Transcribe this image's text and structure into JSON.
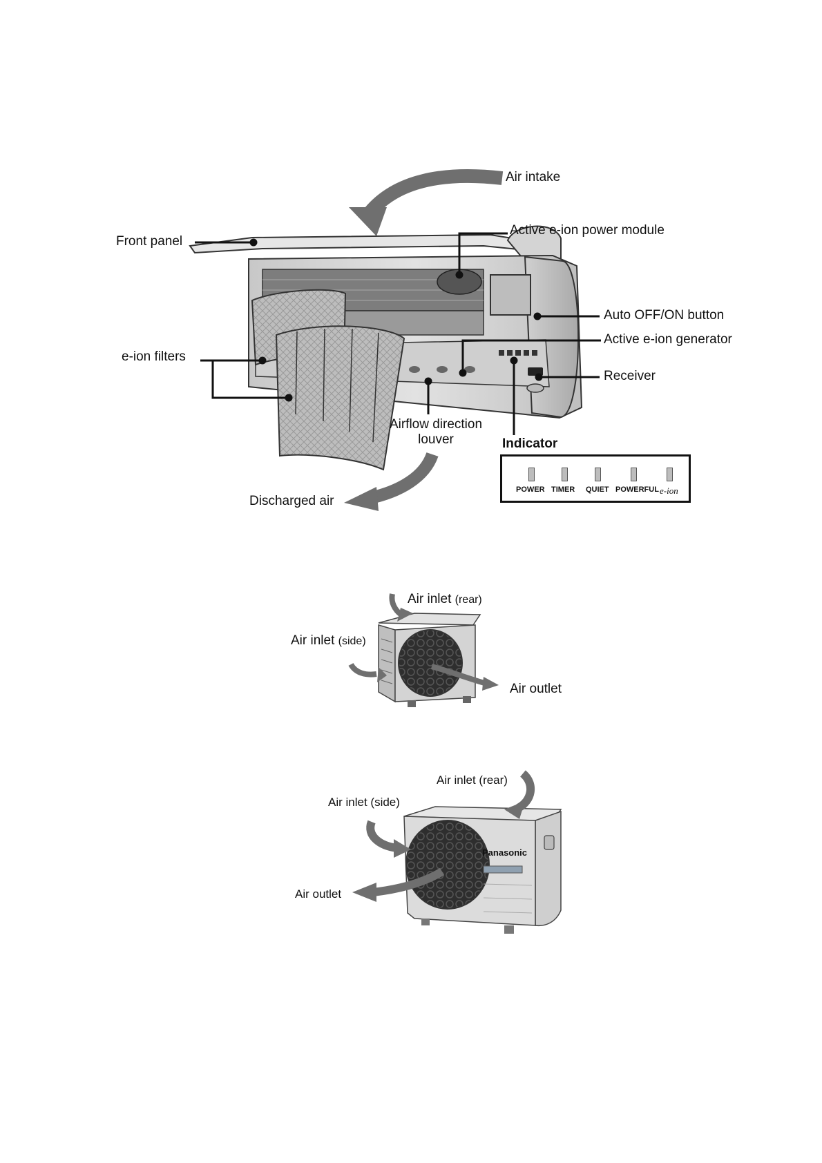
{
  "indoor": {
    "labels": {
      "air_intake": "Air intake",
      "front_panel": "Front panel",
      "active_eion_module": "Active e-ion power module",
      "auto_off_on": "Auto OFF/ON button",
      "active_eion_generator": "Active e-ion generator",
      "eion_filters": "e-ion filters",
      "receiver": "Receiver",
      "airflow_line1": "Airflow direction",
      "airflow_line2": "louver",
      "indicator": "Indicator",
      "discharged_air": "Discharged air"
    },
    "indicator_lights": [
      "POWER",
      "TIMER",
      "QUIET",
      "POWERFUL"
    ],
    "indicator_eion": "e-ion",
    "colors": {
      "line": "#111111",
      "arrow": "#6f6f6f",
      "body": "#d9d9d9"
    }
  },
  "outdoor_small": {
    "air_inlet_rear": "Air inlet",
    "air_inlet_rear_note": "(rear)",
    "air_inlet_side": "Air inlet",
    "air_inlet_side_note": "(side)",
    "air_outlet": "Air outlet"
  },
  "outdoor_large": {
    "air_inlet_rear": "Air inlet (rear)",
    "air_inlet_side": "Air inlet (side)",
    "air_outlet": "Air outlet",
    "brand": "Panasonic"
  }
}
